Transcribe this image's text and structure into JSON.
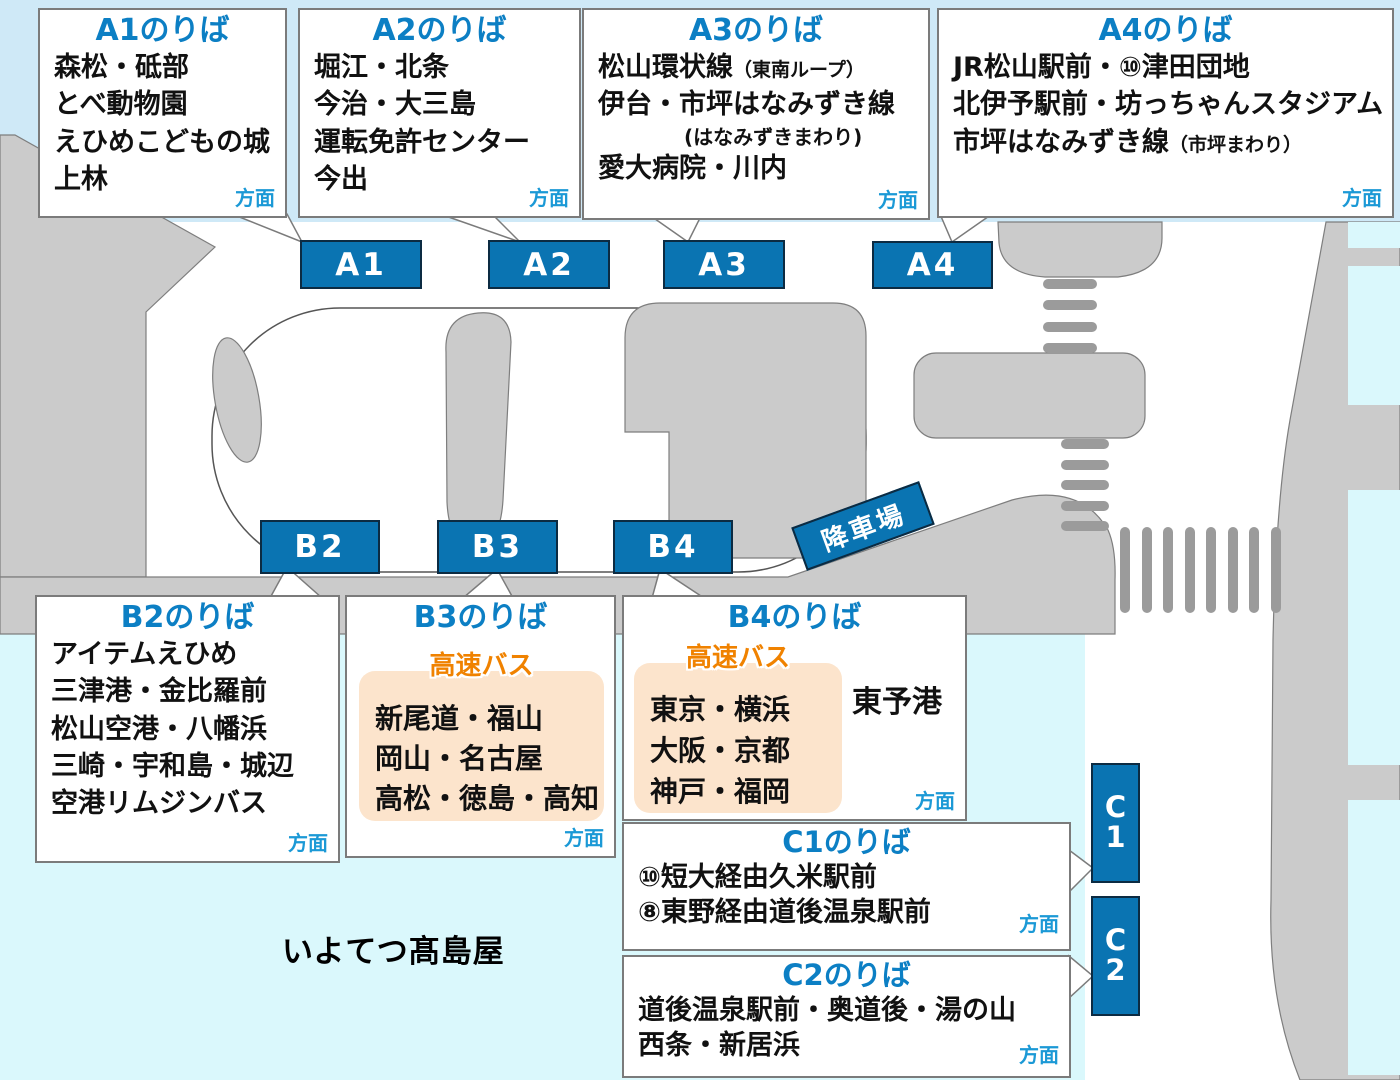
{
  "colors": {
    "badge_blue": "#0a74b2",
    "title_blue": "#0c7fc4",
    "homen_blue": "#1b99d6",
    "highway_orange": "#f08200",
    "highway_peach": "#fce4cc",
    "background_light_blue": "#cfe9f7",
    "building_cyan": "#daf8fc",
    "block_gray": "#cbcbcb",
    "crosswalk_gray": "#9b9b9b",
    "road_white": "#ffffff"
  },
  "buttons": {
    "a1": "A1",
    "a2": "A2",
    "a3": "A3",
    "a4": "A4",
    "b2": "B2",
    "b3": "B3",
    "b4": "B4",
    "c1_letter": "C",
    "c1_number": "1",
    "c2_letter": "C",
    "c2_number": "2"
  },
  "labels": {
    "alighting_area": "降車場",
    "takashimaya": "いよてつ髙島屋"
  },
  "boxes": {
    "a1": {
      "title": "A1のりば",
      "lines": [
        "森松・砥部",
        "とべ動物園",
        "えひめこどもの城",
        "上林"
      ],
      "homen": "方面"
    },
    "a2": {
      "title": "A2のりば",
      "lines": [
        "堀江・北条",
        "今治・大三島",
        "運転免許センター",
        "今出"
      ],
      "homen": "方面"
    },
    "a3": {
      "title": "A3のりば",
      "l1": "松山環状線",
      "l1p": "（東南ループ）",
      "l2": "伊台・市坪はなみずき線",
      "l3": "(はなみずきまわり)",
      "l4": "愛大病院・川内",
      "homen": "方面"
    },
    "a4": {
      "title": "A4のりば",
      "l1": "JR松山駅前・⑩津田団地",
      "l2": "北伊予駅前・坊っちゃんスタジアム",
      "l3": "市坪はなみずき線",
      "l3p": "（市坪まわり）",
      "homen": "方面"
    },
    "b2": {
      "title": "B2のりば",
      "lines": [
        "アイテムえひめ",
        "三津港・金比羅前",
        "松山空港・八幡浜",
        "三崎・宇和島・城辺",
        "空港リムジンバス"
      ],
      "homen": "方面"
    },
    "b3": {
      "title": "B3のりば",
      "highway": "高速バス",
      "lines": [
        "新尾道・福山",
        "岡山・名古屋",
        "高松・徳島・高知"
      ],
      "homen": "方面"
    },
    "b4": {
      "title": "B4のりば",
      "highway": "高速バス",
      "lines": [
        "東京・横浜",
        "大阪・京都",
        "神戸・福岡"
      ],
      "note": "東予港",
      "homen": "方面"
    },
    "c1": {
      "title": "C1のりば",
      "lines": [
        "⑩短大経由久米駅前",
        "⑧東野経由道後温泉駅前"
      ],
      "homen": "方面"
    },
    "c2": {
      "title": "C2のりば",
      "lines": [
        "道後温泉駅前・奥道後・湯の山",
        "西条・新居浜"
      ],
      "homen": "方面"
    }
  }
}
